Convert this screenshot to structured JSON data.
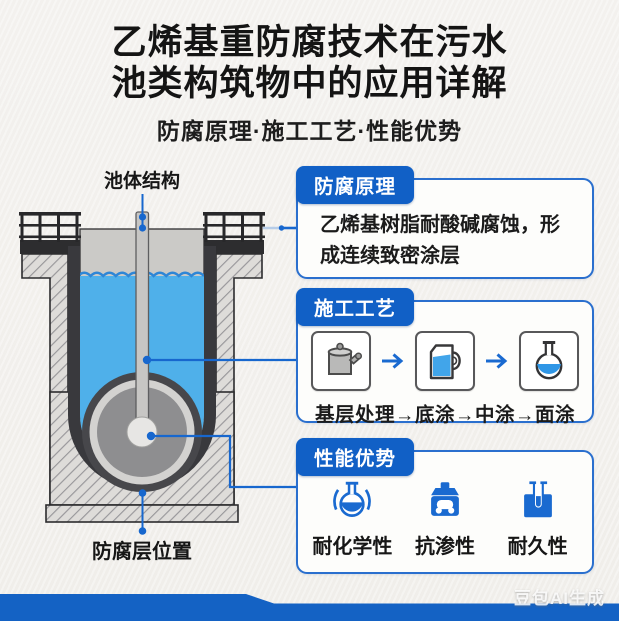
{
  "title": {
    "line1": "乙烯基重防腐技术在污水",
    "line2": "池类构筑物中的应用详解",
    "subtitle": "防腐原理·施工工艺·性能优势"
  },
  "diagram": {
    "top_label": "池体结构",
    "bottom_label": "防腐层位置"
  },
  "panels": {
    "principle": {
      "tag": "防腐原理",
      "body": "乙烯基树脂耐酸碱腐蚀，形成连续致密涂层"
    },
    "process": {
      "tag": "施工工艺",
      "icons": [
        "paint-bucket-icon",
        "measuring-jug-icon",
        "round-flask-icon"
      ],
      "steps": "基层处理→底涂→中涂→面涂"
    },
    "performance": {
      "tag": "性能优势",
      "features": [
        {
          "icon": "chemical-flask-icon",
          "label": "耐化学性"
        },
        {
          "icon": "sealed-tank-icon",
          "label": "抗渗性"
        },
        {
          "icon": "test-tube-icon",
          "label": "耐久性"
        }
      ]
    }
  },
  "watermark": "豆包AI生成",
  "colors": {
    "accent": "#1463c8",
    "panel_border": "#2a6fce",
    "water": "#4fb0ea",
    "ribbon": "#1462c4",
    "icon_blue": "#1a6ad0"
  }
}
